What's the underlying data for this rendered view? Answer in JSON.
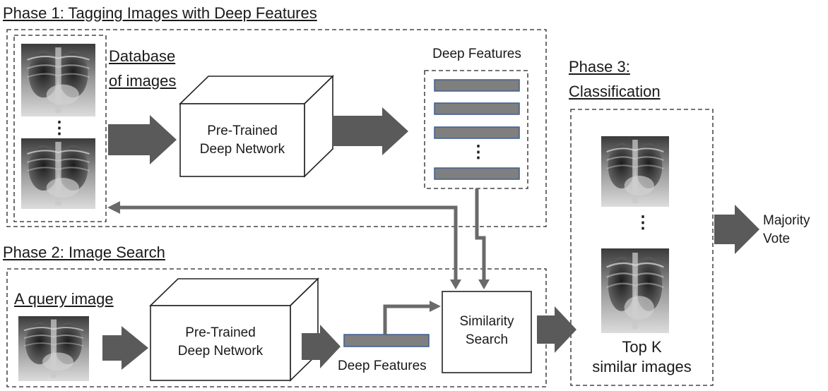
{
  "phase1": {
    "title": "Phase 1: Tagging Images with Deep Features",
    "database_label_line1": "Database",
    "database_label_line2": "of images",
    "network_line1": "Pre-Trained",
    "network_line2": "Deep Network",
    "features_label": "Deep Features",
    "dots": "⋮"
  },
  "phase2": {
    "title": "Phase 2: Image Search",
    "query_label": "A query image",
    "network_line1": "Pre-Trained",
    "network_line2": "Deep Network",
    "features_label": "Deep Features",
    "search_line1": "Similarity",
    "search_line2": "Search"
  },
  "phase3": {
    "title_line1": "Phase 3:",
    "title_line2": "Classification",
    "topk_line1": "Top K",
    "topk_line2": "similar images",
    "dots": "⋮",
    "vote_line1": "Majority",
    "vote_line2": "Vote"
  },
  "colors": {
    "arrow": "#5a5a5a",
    "feature_bar": "#7f7f7f",
    "feature_bar_border": "#3f5f8f",
    "dashed": "#222222"
  }
}
